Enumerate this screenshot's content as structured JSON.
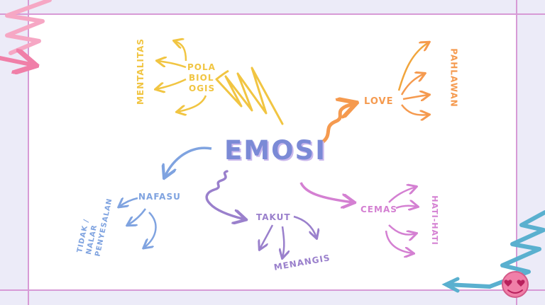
{
  "diagram": {
    "central_topic": "EMOSI",
    "branches": [
      {
        "id": "pola",
        "label": "POLA BIOL OGIS",
        "lines": [
          "POLA",
          "BIOL",
          "OGIS"
        ],
        "sub": [
          "MENTALITAS"
        ],
        "color": "#f1c542"
      },
      {
        "id": "love",
        "label": "LOVE",
        "sub": [
          "PAHLAWAN"
        ],
        "color": "#f59a4f"
      },
      {
        "id": "nafasu",
        "label": "NAFASU",
        "sub": [
          "TIDAK NALAR / PENYESALAN"
        ],
        "sub_lines": [
          "TIDAK /",
          "NALAR",
          "PENYESALAN"
        ],
        "color": "#7fa3e0"
      },
      {
        "id": "takut",
        "label": "TAKUT",
        "sub": [
          "MENANGIS"
        ],
        "color": "#9a80cc"
      },
      {
        "id": "cemas",
        "label": "CEMAS",
        "sub": [
          "HATI-HATI"
        ],
        "color": "#d480d2"
      }
    ]
  },
  "colors": {
    "background": "#ecebf8",
    "frame": "#d79ad6",
    "central": "#7b8ad6",
    "pink_squiggle": "#f07fa8",
    "teal_squiggle": "#5ab0cf",
    "smiley": "#f07fa8"
  },
  "icons": [
    "smiley-heart-eyes-icon"
  ]
}
